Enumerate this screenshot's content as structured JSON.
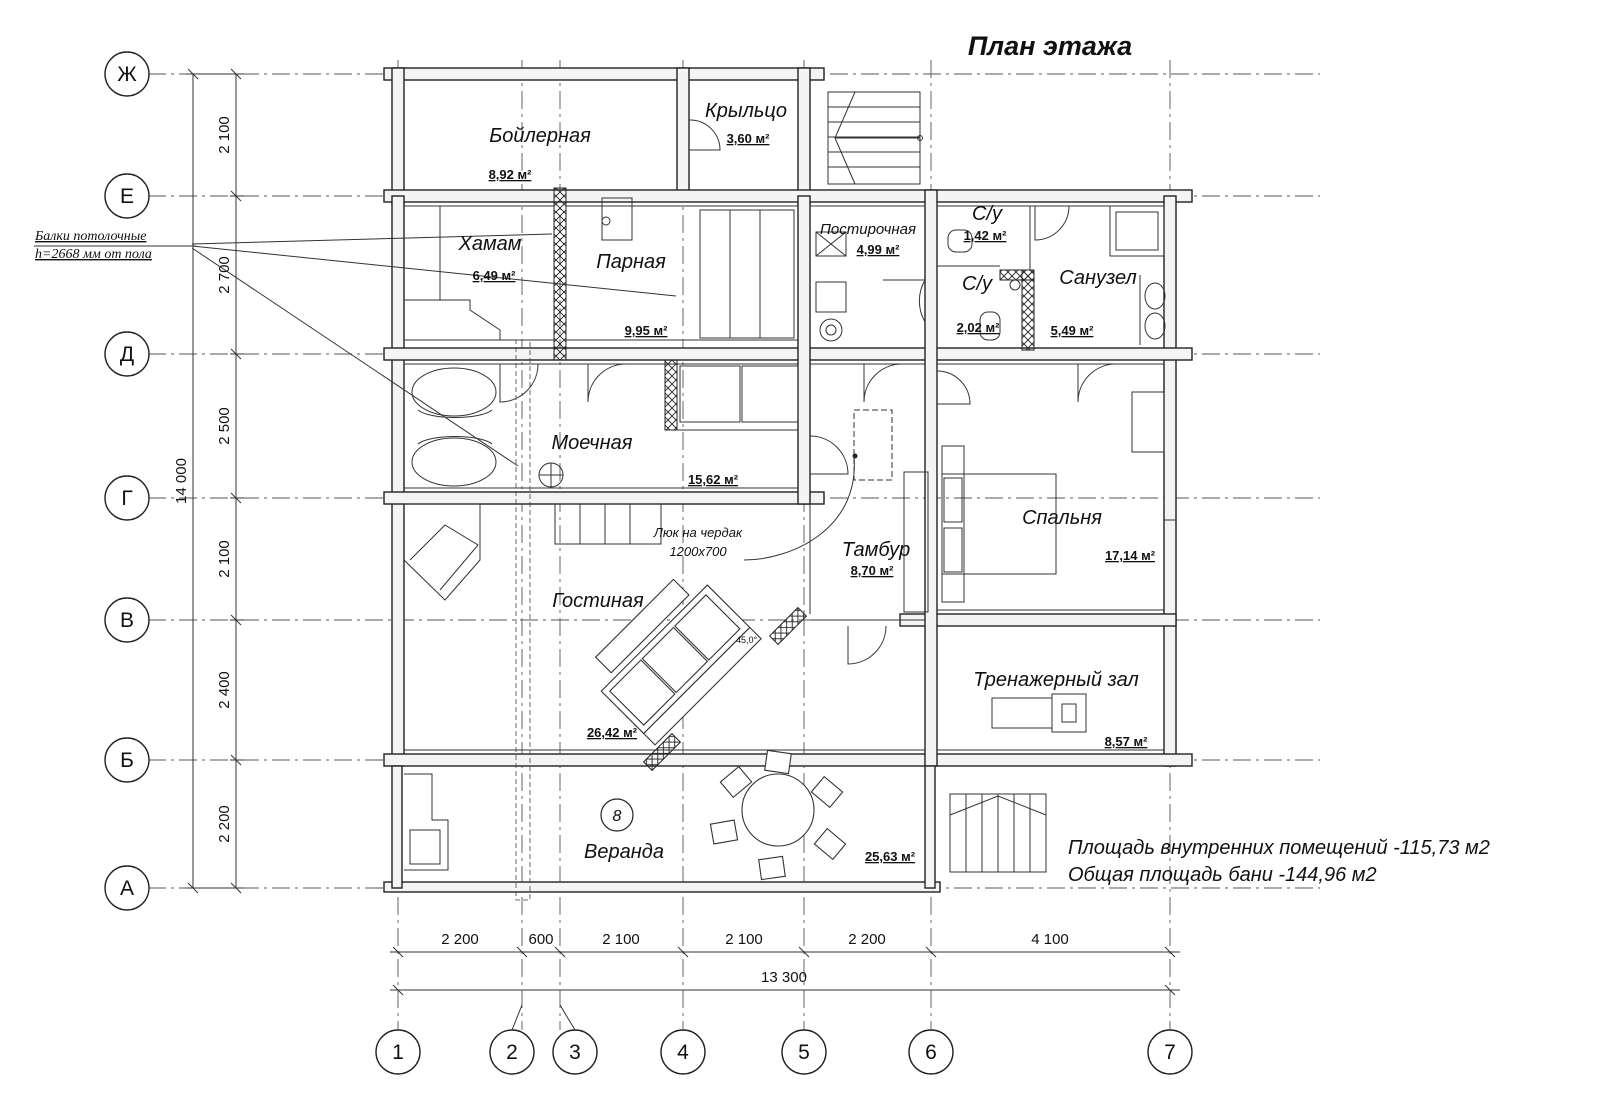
{
  "title": "План этажа",
  "axes": {
    "rows": [
      "Ж",
      "Е",
      "Д",
      "Г",
      "В",
      "Б",
      "А"
    ],
    "cols": [
      "1",
      "2",
      "3",
      "4",
      "5",
      "6",
      "7"
    ]
  },
  "dimensions": {
    "vertical": [
      "2 100",
      "2 700",
      "2 500",
      "2 100",
      "2 400",
      "2 200"
    ],
    "vertical_total": "14 000",
    "horizontal": [
      "2 200",
      "600",
      "2 100",
      "2 100",
      "2 200",
      "4 100"
    ],
    "horizontal_total": "13 300"
  },
  "rooms": {
    "boiler": {
      "name": "Бойлерная",
      "area": "8,92 м²"
    },
    "porch": {
      "name": "Крыльцо",
      "area": "3,60 м²"
    },
    "hamam": {
      "name": "Хамам",
      "area": "6,49 м²"
    },
    "steam": {
      "name": "Парная",
      "area": "9,95 м²"
    },
    "laundry": {
      "name": "Постирочная",
      "area": "4,99 м²"
    },
    "wc1": {
      "name": "С/у",
      "area": "1,42 м²"
    },
    "wc2": {
      "name": "С/у",
      "area": "2,02 м²"
    },
    "bath": {
      "name": "Санузел",
      "area": "5,49 м²"
    },
    "wash": {
      "name": "Моечная",
      "area": "15,62 м²"
    },
    "bedroom": {
      "name": "Спальня",
      "area": "17,14 м²"
    },
    "hall": {
      "name": "Тамбур",
      "area": "8,70 м²"
    },
    "living": {
      "name": "Гостиная",
      "area": "26,42 м²"
    },
    "gym": {
      "name": "Тренажерный зал",
      "area": "8,57 м²"
    },
    "veranda": {
      "name": "Веранда",
      "area": "25,63 м²"
    }
  },
  "notes": {
    "beams_line1": "Балки потолочные",
    "beams_line2": "h=2668 мм от пола",
    "hatch_line1": "Люк на чердак",
    "hatch_line2": "1200х700",
    "angle": "45,0°",
    "stair_mark": "8"
  },
  "summary": {
    "inner_area": "Площадь внутренних помещений -115,73 м2",
    "total_area": "Общая площадь бани -144,96 м2"
  }
}
